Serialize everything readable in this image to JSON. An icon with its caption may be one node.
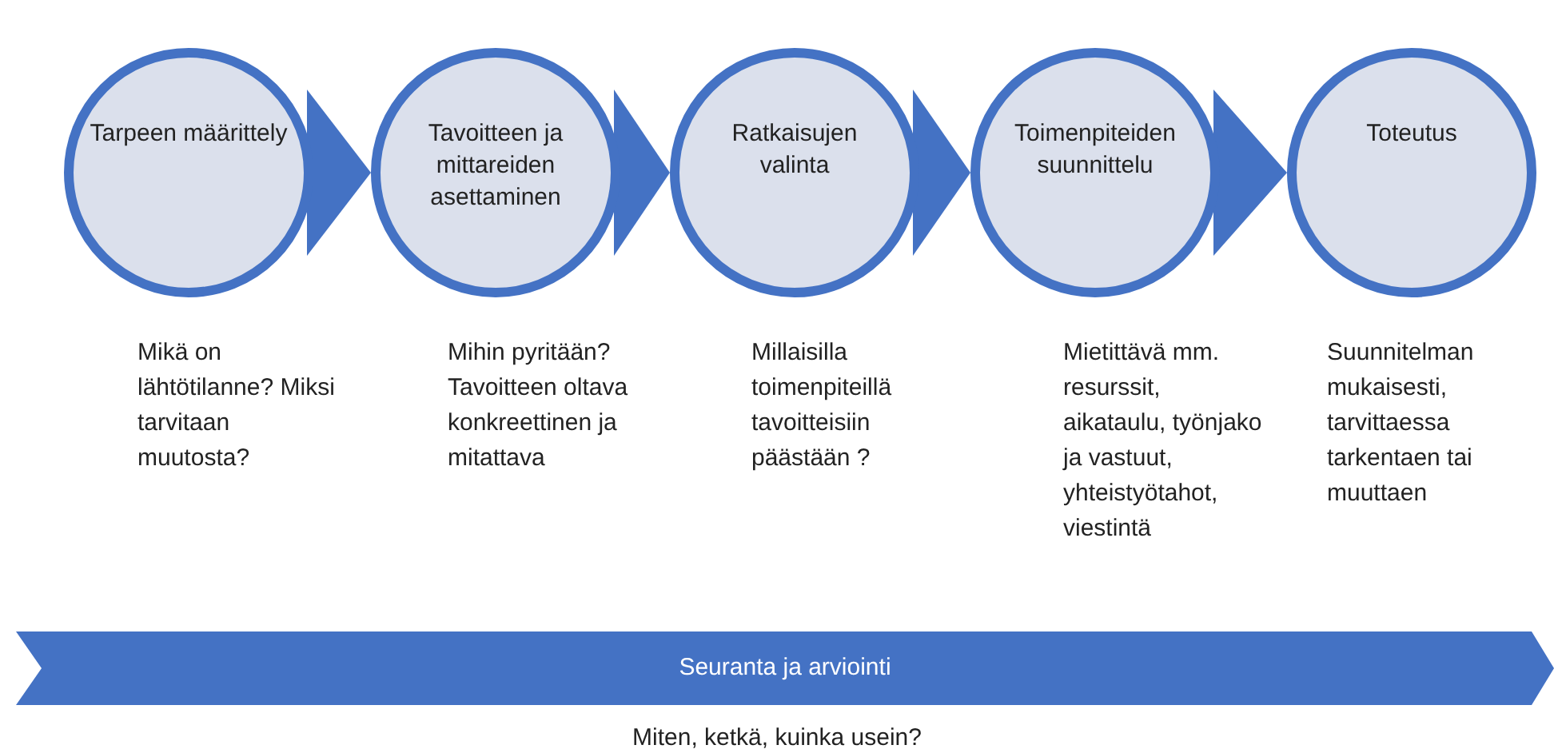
{
  "diagram": {
    "nodes": [
      {
        "text": [
          "Tarpeen määrittely"
        ],
        "beside": [
          "Mikä on lähtötilanne? Miksi tarvitaan muutosta?"
        ]
      },
      {
        "text": [
          "Tavoitteen ja mittareiden asettaminen"
        ],
        "beside": [
          "Mihin pyritään? Tavoitteen oltava konkreettinen ja mitattava"
        ]
      },
      {
        "text": [
          "Ratkaisujen valinta"
        ],
        "beside": [
          "Millaisilla toimenpiteillä tavoitteisiin päästään ?"
        ]
      },
      {
        "text": [
          "Toimenpiteiden suunnittelu"
        ],
        "beside": [
          "Mietittävä mm. resurssit, aikataulu, työnjako ja vastuut, yhteistyötahot, viestintä"
        ]
      },
      {
        "text": [
          "Toteutus"
        ],
        "beside": [
          "Suunnitelman mukaisesti, tarvittaessa tarkentaen tai muuttaen"
        ]
      },
      {
        "text": [
          "Seuranta ja arviointi"
        ],
        "beside": [
          "Miten, ketkä, kuinka usein?"
        ]
      }
    ],
    "edges": [
      {
        "from": 0,
        "to": 1,
        "arrow": "to"
      },
      {
        "from": 1,
        "to": 2,
        "arrow": "to"
      },
      {
        "from": 2,
        "to": 3,
        "arrow": "to"
      },
      {
        "from": 3,
        "to": 4,
        "arrow": "to"
      }
    ]
  }
}
